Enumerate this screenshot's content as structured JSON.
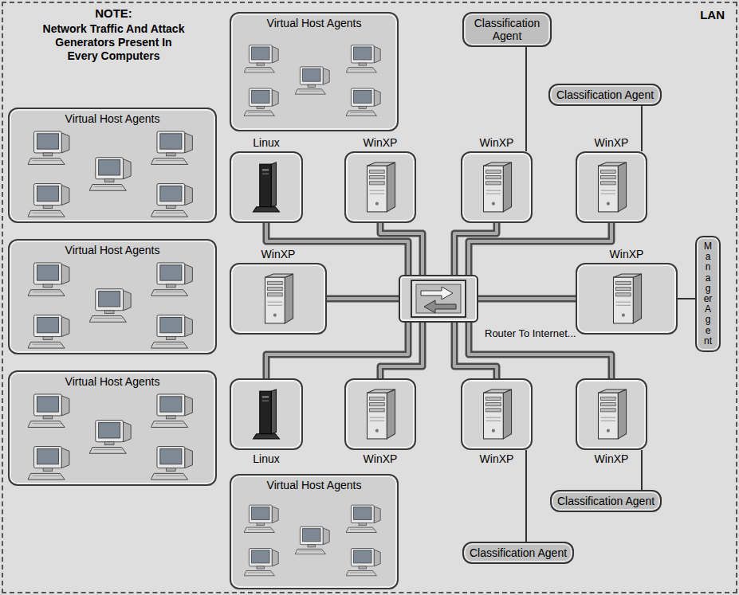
{
  "diagram": {
    "nodes": [
      {
        "text": [
          "LAN"
        ]
      },
      {
        "text": [
          "Virtual Host Agents"
        ],
        "in": 0
      },
      {
        "text": [
          "Classification Agent"
        ],
        "in": 0
      },
      {
        "text": [
          "Classification Agent"
        ],
        "in": 0
      },
      {
        "text": [
          "Virtual Host Agents"
        ],
        "in": 0
      },
      {
        "text": [
          "Linux"
        ],
        "in": 0
      },
      {
        "text": [
          "WinXP"
        ],
        "in": 0
      },
      {
        "text": [
          "WinXP"
        ],
        "in": 0
      },
      {
        "text": [
          "WinXP"
        ],
        "in": 0
      },
      {
        "text": [
          "Virtual Host Agents"
        ],
        "in": 0
      },
      {
        "text": [
          "WinXP"
        ],
        "in": 0
      },
      {
        "text": [
          "Router To Internet..."
        ],
        "in": 0
      },
      {
        "text": [
          "WinXP"
        ],
        "in": 0
      },
      {
        "text": [
          "Manager Agent"
        ],
        "in": 0
      },
      {
        "text": [
          "Virtual Host Agents"
        ],
        "in": 0
      },
      {
        "text": [
          "Linux"
        ],
        "in": 0
      },
      {
        "text": [
          "WinXP"
        ],
        "in": 0
      },
      {
        "text": [
          "WinXP"
        ],
        "in": 0
      },
      {
        "text": [
          "WinXP"
        ],
        "in": 0
      },
      {
        "text": [
          "Virtual Host Agents"
        ],
        "in": 0
      },
      {
        "text": [
          "Classification Agent"
        ],
        "in": 0
      },
      {
        "text": [
          "Classification Agent"
        ],
        "in": 0
      }
    ],
    "edges": [
      {
        "from": 11,
        "to": 5,
        "arrow": "none"
      },
      {
        "from": 11,
        "to": 6,
        "arrow": "none"
      },
      {
        "from": 11,
        "to": 7,
        "arrow": "none"
      },
      {
        "from": 11,
        "to": 8,
        "arrow": "none"
      },
      {
        "from": 11,
        "to": 10,
        "arrow": "none"
      },
      {
        "from": 11,
        "to": 12,
        "arrow": "none"
      },
      {
        "from": 11,
        "to": 15,
        "arrow": "none"
      },
      {
        "from": 11,
        "to": 16,
        "arrow": "none"
      },
      {
        "from": 11,
        "to": 17,
        "arrow": "none"
      },
      {
        "from": 11,
        "to": 18,
        "arrow": "none"
      },
      {
        "from": 2,
        "to": 7,
        "arrow": "none"
      },
      {
        "from": 3,
        "to": 8,
        "arrow": "none"
      },
      {
        "from": 12,
        "to": 13,
        "arrow": "none"
      },
      {
        "from": 18,
        "to": 20,
        "arrow": "none"
      },
      {
        "from": 17,
        "to": 21,
        "arrow": "none"
      }
    ],
    "labels": [
      "NOTE:",
      "Network Traffic And Attack Generators Present In Every Computers"
    ]
  }
}
